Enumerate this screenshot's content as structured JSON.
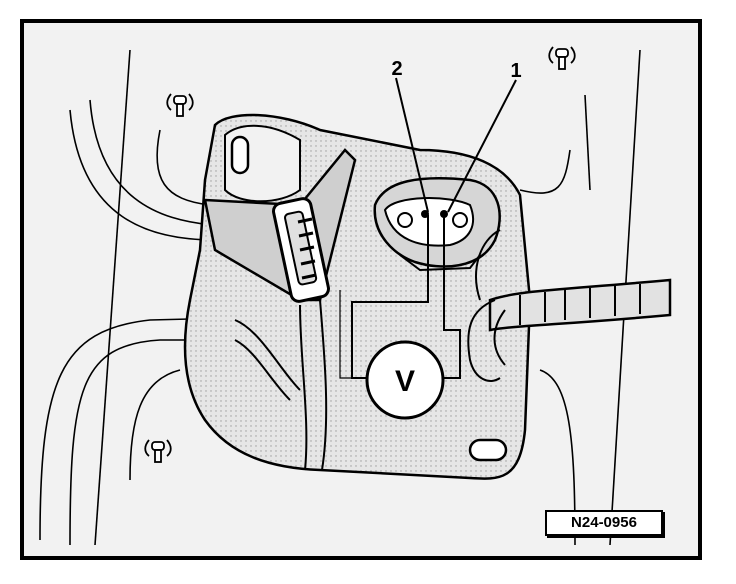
{
  "callouts": {
    "one": "1",
    "two": "2"
  },
  "meter": {
    "label": "V"
  },
  "reference_code": "N24-0956",
  "icons": [
    "screw-icon",
    "voltmeter-icon",
    "connector-icon"
  ],
  "colors": {
    "line": "#000000",
    "background": "#f2f2f2",
    "shading": "#d9d9d9"
  }
}
